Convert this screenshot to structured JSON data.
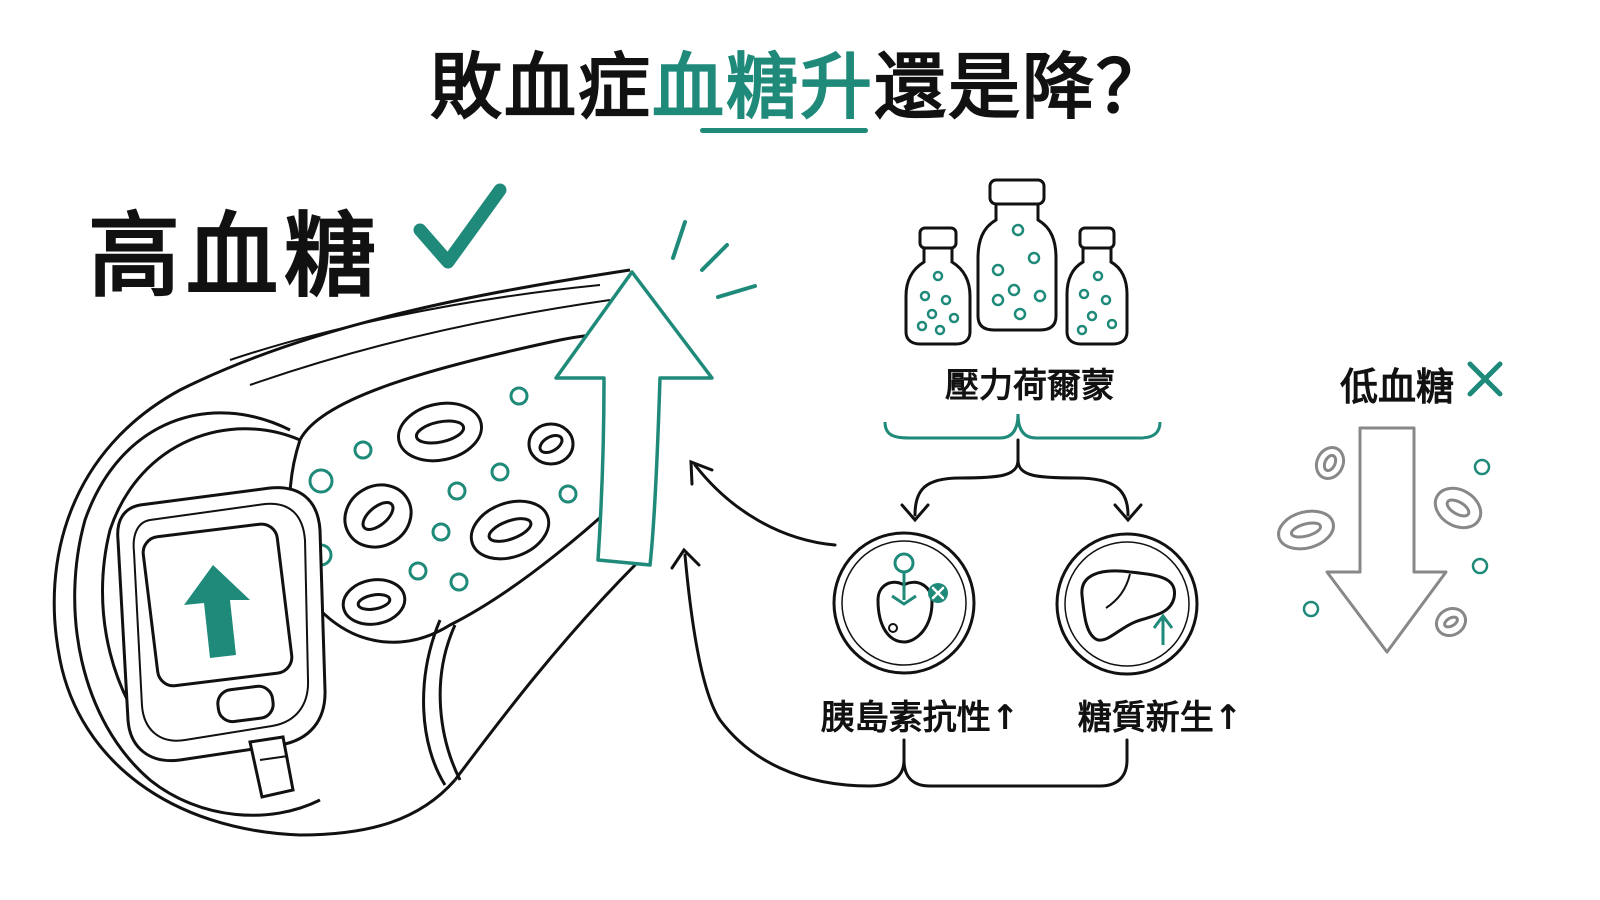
{
  "title": {
    "part1": "敗血症",
    "accent": "血糖升",
    "part2": "還是降？"
  },
  "high_sugar": {
    "label": "高血糖"
  },
  "low_sugar": {
    "label": "低血糖"
  },
  "stress_hormone": {
    "label": "壓力荷爾蒙"
  },
  "insulin_resistance": {
    "label": "胰島素抗性↑"
  },
  "gluconeogenesis": {
    "label": "糖質新生↑"
  },
  "colors": {
    "accent": "#1f8a7a",
    "ink": "#111111",
    "muted": "#888888"
  }
}
